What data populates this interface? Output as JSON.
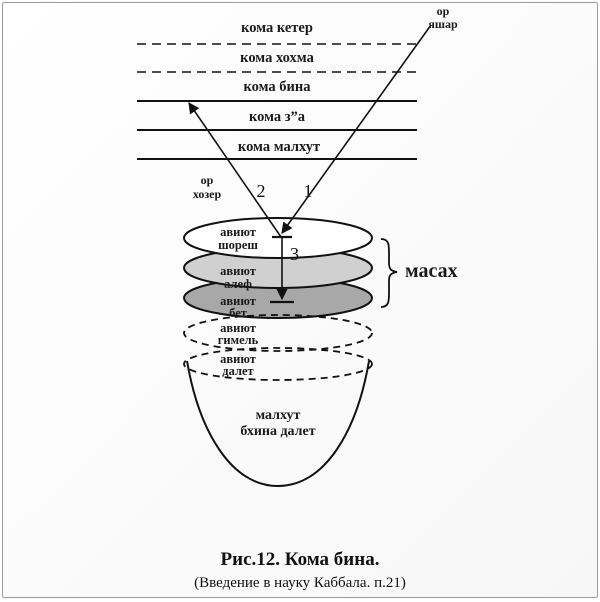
{
  "levels": {
    "keter": "кома кетер",
    "hochma": "кома хохма",
    "bina": "кома бина",
    "zeir": "кома з”а",
    "malchut": "кома малхут"
  },
  "or_yashar": {
    "line1": "ор",
    "line2": "яшар"
  },
  "or_hozer": {
    "line1": "ор",
    "line2": "хозер"
  },
  "numbers": {
    "n1": "1",
    "n2": "2",
    "n3": "3"
  },
  "discs": {
    "shoresh": {
      "line1": "авиют",
      "line2": "шореш",
      "fill": "#ffffff"
    },
    "alef": {
      "line1": "авиют",
      "line2": "алеф",
      "fill": "#d0d0d0"
    },
    "bet": {
      "line1": "авиют",
      "line2": "бет",
      "fill": "#a8a8a8"
    },
    "gimel": {
      "line1": "авиют",
      "line2": "гимель"
    },
    "dalet": {
      "line1": "авиют",
      "line2": "далет"
    }
  },
  "masach": "масах",
  "bowl": {
    "line1": "малхут",
    "line2": "бхина далет"
  },
  "caption": {
    "title": "Рис.12. Кома бина.",
    "subtitle": "(Введение в науку Каббала. п.21)"
  }
}
